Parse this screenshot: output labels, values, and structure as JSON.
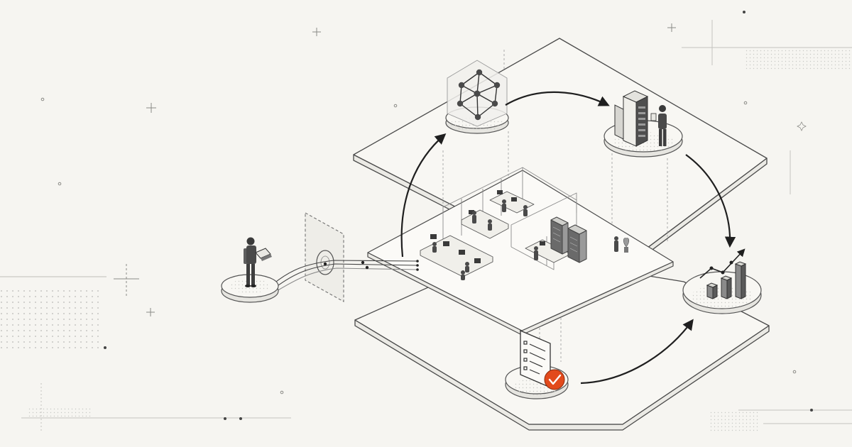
{
  "colors": {
    "background": "#f6f5f1",
    "ink": "#2b2b2b",
    "line": "#555555",
    "light_line": "#9a9a9a",
    "plate": "#f8f7f3",
    "accent": "#e24a1c"
  },
  "nodes": [
    {
      "id": "user-with-laptop",
      "icon": "person-laptop-icon"
    },
    {
      "id": "secure-gateway",
      "icon": "gateway-portal-icon"
    },
    {
      "id": "office-workspace",
      "icon": "office-icon"
    },
    {
      "id": "knowledge-graph",
      "icon": "network-graph-icon"
    },
    {
      "id": "server-rack",
      "icon": "server-technician-icon"
    },
    {
      "id": "analytics",
      "icon": "bar-chart-icon"
    },
    {
      "id": "approved-document",
      "icon": "checklist-approved-icon"
    }
  ],
  "flows": [
    {
      "from": "user-with-laptop",
      "to": "office-workspace"
    },
    {
      "from": "office-workspace",
      "to": "knowledge-graph"
    },
    {
      "from": "knowledge-graph",
      "to": "server-rack"
    },
    {
      "from": "server-rack",
      "to": "analytics"
    },
    {
      "from": "approved-document",
      "to": "analytics"
    }
  ]
}
